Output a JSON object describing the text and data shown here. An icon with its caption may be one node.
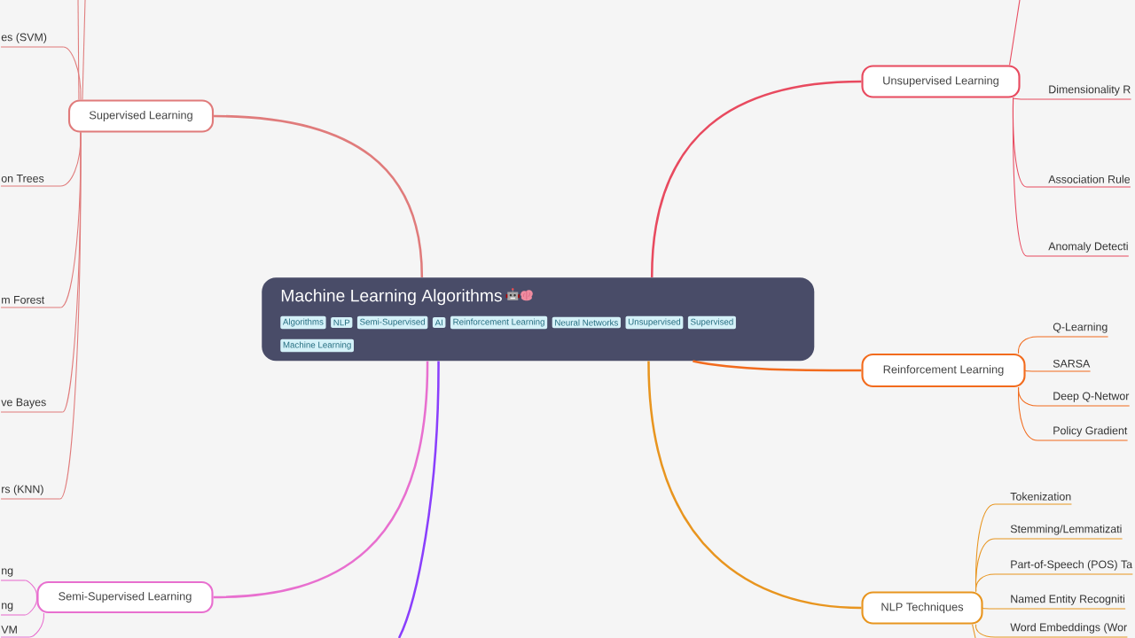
{
  "diagram": {
    "nodes": [
      {
        "text": [
          "Machine Learning Algorithms"
        ]
      },
      {
        "text": [
          "Algorithms"
        ],
        "in": 0
      },
      {
        "text": [
          "NLP"
        ],
        "in": 0
      },
      {
        "text": [
          "Semi-Supervised"
        ],
        "in": 0
      },
      {
        "text": [
          "AI"
        ],
        "in": 0
      },
      {
        "text": [
          "Reinforcement Learning"
        ],
        "in": 0
      },
      {
        "text": [
          "Neural Networks"
        ],
        "in": 0
      },
      {
        "text": [
          "Unsupervised"
        ],
        "in": 0
      },
      {
        "text": [
          "Supervised"
        ],
        "in": 0
      },
      {
        "text": [
          "Machine Learning"
        ],
        "in": 0
      },
      {
        "text": [
          "Supervised Learning"
        ]
      },
      {
        "text": [
          "es (SVM)"
        ]
      },
      {
        "text": [
          "on Trees"
        ]
      },
      {
        "text": [
          "m Forest"
        ]
      },
      {
        "text": [
          "ve Bayes"
        ]
      },
      {
        "text": [
          "rs (KNN)"
        ]
      },
      {
        "text": [
          "Semi-Supervised Learning"
        ]
      },
      {
        "text": [
          "ng"
        ]
      },
      {
        "text": [
          "ng"
        ]
      },
      {
        "text": [
          "VM"
        ]
      },
      {
        "text": [
          "Unsupervised Learning"
        ]
      },
      {
        "text": [
          "Dimensionality R"
        ]
      },
      {
        "text": [
          "Association Rule"
        ]
      },
      {
        "text": [
          "Anomaly Detecti"
        ]
      },
      {
        "text": [
          "Reinforcement Learning"
        ]
      },
      {
        "text": [
          "Q-Learning"
        ]
      },
      {
        "text": [
          "SARSA"
        ]
      },
      {
        "text": [
          "Deep Q-Networ"
        ]
      },
      {
        "text": [
          "Policy Gradient"
        ]
      },
      {
        "text": [
          "NLP Techniques"
        ]
      },
      {
        "text": [
          "Tokenization"
        ]
      },
      {
        "text": [
          "Stemming/Lemmatizati"
        ]
      },
      {
        "text": [
          "Part-of-Speech (POS) Ta"
        ]
      },
      {
        "text": [
          "Named Entity Recogniti"
        ]
      },
      {
        "text": [
          "Word Embeddings (Wor"
        ]
      }
    ],
    "edges": [
      {
        "from": 0,
        "to": 10,
        "arrow": "none",
        "color": "#e07b7b"
      },
      {
        "from": 0,
        "to": 16,
        "arrow": "none",
        "color": "#e86fcf"
      },
      {
        "from": 0,
        "to": null,
        "arrow": "none",
        "color": "#8a3ffc"
      },
      {
        "from": 0,
        "to": 20,
        "arrow": "none",
        "color": "#e84a5f"
      },
      {
        "from": 0,
        "to": 24,
        "arrow": "none",
        "color": "#f26b1d"
      },
      {
        "from": 0,
        "to": 29,
        "arrow": "none",
        "color": "#e8951f"
      },
      {
        "from": 10,
        "to": 11,
        "arrow": "none",
        "color": "#e07b7b"
      },
      {
        "from": 10,
        "to": 12,
        "arrow": "none",
        "color": "#e07b7b"
      },
      {
        "from": 10,
        "to": 13,
        "arrow": "none",
        "color": "#e07b7b"
      },
      {
        "from": 10,
        "to": 14,
        "arrow": "none",
        "color": "#e07b7b"
      },
      {
        "from": 10,
        "to": 15,
        "arrow": "none",
        "color": "#e07b7b"
      },
      {
        "from": 10,
        "to": null,
        "arrow": "none",
        "color": "#e07b7b"
      },
      {
        "from": 10,
        "to": null,
        "arrow": "none",
        "color": "#e07b7b"
      },
      {
        "from": 16,
        "to": 17,
        "arrow": "none",
        "color": "#e86fcf"
      },
      {
        "from": 16,
        "to": 18,
        "arrow": "none",
        "color": "#e86fcf"
      },
      {
        "from": 16,
        "to": 19,
        "arrow": "none",
        "color": "#e86fcf"
      },
      {
        "from": 20,
        "to": 21,
        "arrow": "none",
        "color": "#e84a5f"
      },
      {
        "from": 20,
        "to": 22,
        "arrow": "none",
        "color": "#e84a5f"
      },
      {
        "from": 20,
        "to": 23,
        "arrow": "none",
        "color": "#e84a5f"
      },
      {
        "from": 20,
        "to": null,
        "arrow": "none",
        "color": "#e84a5f"
      },
      {
        "from": 24,
        "to": 25,
        "arrow": "none",
        "color": "#f26b1d"
      },
      {
        "from": 24,
        "to": 26,
        "arrow": "none",
        "color": "#f26b1d"
      },
      {
        "from": 24,
        "to": 27,
        "arrow": "none",
        "color": "#f26b1d"
      },
      {
        "from": 24,
        "to": 28,
        "arrow": "none",
        "color": "#f26b1d"
      },
      {
        "from": 29,
        "to": 30,
        "arrow": "none",
        "color": "#e8951f"
      },
      {
        "from": 29,
        "to": 31,
        "arrow": "none",
        "color": "#e8951f"
      },
      {
        "from": 29,
        "to": 32,
        "arrow": "none",
        "color": "#e8951f"
      },
      {
        "from": 29,
        "to": 33,
        "arrow": "none",
        "color": "#e8951f"
      },
      {
        "from": 29,
        "to": 34,
        "arrow": "none",
        "color": "#e8951f"
      },
      {
        "from": 29,
        "to": null,
        "arrow": "none",
        "color": "#e8951f"
      }
    ]
  }
}
